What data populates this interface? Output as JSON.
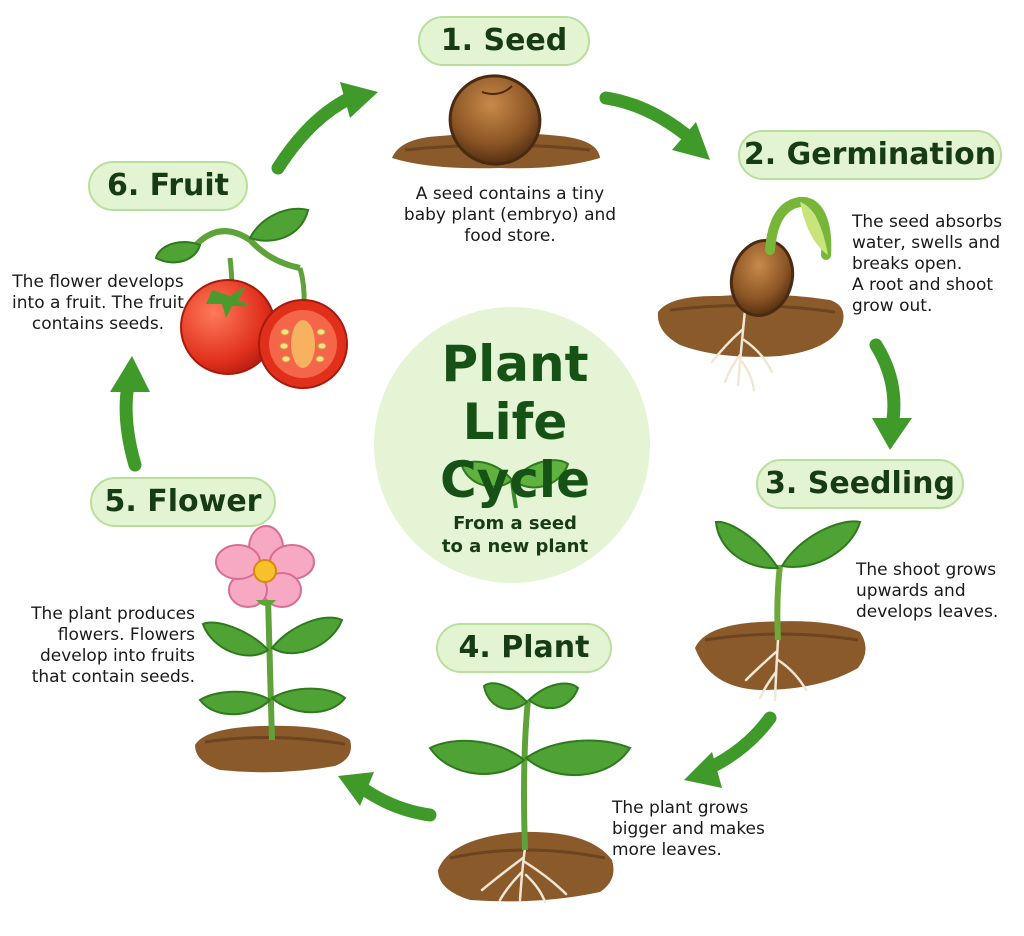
{
  "center": {
    "title": "Plant\nLife Cycle",
    "subtitle": "From a seed\nto a new plant"
  },
  "stages": [
    {
      "label": "1. Seed",
      "description": "A seed contains a tiny\nbaby plant (embryo) and\nfood store."
    },
    {
      "label": "2. Germination",
      "description": "The seed absorbs\nwater, swells and\nbreaks open.\nA root and shoot\ngrow out."
    },
    {
      "label": "3. Seedling",
      "description": "The shoot grows\nupwards and\ndevelops leaves."
    },
    {
      "label": "4. Plant",
      "description": "The plant grows\nbigger and makes\nmore leaves."
    },
    {
      "label": "5. Flower",
      "description": "The plant produces\nflowers. Flowers\ndevelop into fruits\nthat contain seeds."
    },
    {
      "label": "6. Fruit",
      "description": "The flower develops\ninto a fruit. The fruit\ncontains seeds."
    }
  ],
  "colors": {
    "arrow": "#3f9a2a",
    "pill_fill": "#e3f4d3",
    "circle_fill": "#e4f4d5",
    "leaf": "#4ea334",
    "soil": "#8b5a2b"
  }
}
